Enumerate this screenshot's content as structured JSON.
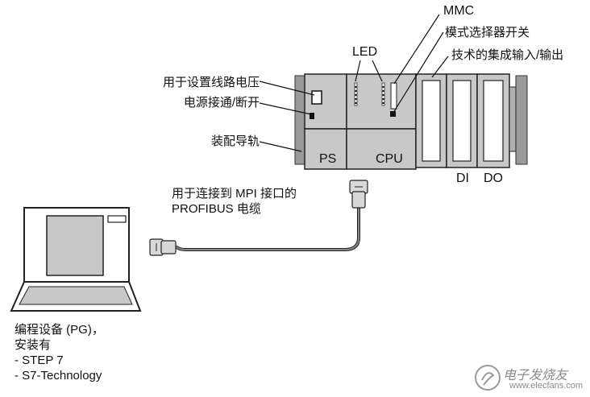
{
  "labels": {
    "mmc": "MMC",
    "mode_selector": "模式选择器开关",
    "led": "LED",
    "tech_io": "技术的集成输入/输出",
    "line_voltage": "用于设置线路电压",
    "power_switch": "电源接通/断开",
    "rail": "装配导轨",
    "ps": "PS",
    "cpu": "CPU",
    "di": "DI",
    "do": "DO",
    "mpi_line1": "用于连接到 MPI 接口的",
    "mpi_line2": "PROFIBUS 电缆"
  },
  "pg": {
    "line1": "编程设备 (PG)，",
    "line2": "安装有",
    "item1": "- STEP 7",
    "item2": "- S7-Technology"
  },
  "watermark": {
    "text": "电子发烧友",
    "url": "www.elecfans.com"
  }
}
